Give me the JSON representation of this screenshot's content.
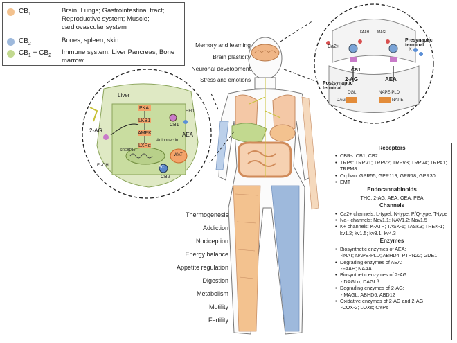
{
  "legend": [
    {
      "key": "CB",
      "sub": "1",
      "desc": "Brain; Lungs; Gastrointestinal tract; Reproductive system; Muscle; cardiovascular system",
      "color": "#f3c28f"
    },
    {
      "key": "CB",
      "sub": "2",
      "desc": "Bones; spleen; skin",
      "color": "#9eb9dc"
    },
    {
      "key": "CB",
      "sub": "1",
      "key_plus": " + CB",
      "sub2": "2",
      "desc": "Immune system; Liver Pancreas; Bone marrow",
      "color": "#c2d98f"
    }
  ],
  "brain_labels": [
    "Memory and learning",
    "Brain plasticity",
    "Neuronal development",
    "Stress and emotions"
  ],
  "function_labels": [
    "Thermogenesis",
    "Addiction",
    "Nociception",
    "Energy balance",
    "Appetite regulation",
    "Digestion",
    "Metabolism",
    "Motility",
    "Fertility"
  ],
  "liver_circle": {
    "title": "Liver",
    "labels": [
      "PKA",
      "LKB1",
      "AMPK",
      "LXRα",
      "SREBP1c",
      "Adiponectin",
      "WAT",
      "2-AG",
      "AEA",
      "CB1",
      "CB2",
      "Et-OH",
      "HFD",
      "EC"
    ]
  },
  "synapse_circle": {
    "labels": [
      "Presynaptic terminal",
      "Postsynaptic terminal",
      "Ca2+",
      "K+",
      "CB1",
      "2-AG",
      "AEA",
      "DGL",
      "NAPE-PLD",
      "DAG",
      "NAPE",
      "FAAH",
      "MAGL"
    ]
  },
  "info": {
    "receptors_title": "Receptors",
    "receptors": [
      "CBRs: CB1; CB2",
      "TRPs: TRPV1; TRPV2; TRPV3; TRPV4; TRPA1; TRPM8",
      "Orphan: GPR55; GPR119; GPR18; GPR30",
      "EMT"
    ],
    "endo_title": "Endocannabinoids",
    "endo": "THC; 2-AG; AEA; OEA; PEA",
    "channels_title": "Channels",
    "channels": [
      "Ca2+ channels: L-typel; N-type; P/Q-type; T-type",
      "Na+ channels: Nav1.1; NAV1.2; Nav1.5",
      "K+ channels: K-ATP; TASK-1; TASK3; TREK-1; kv1.2; kv1.5; kv3.1; kv4.3"
    ],
    "enzymes_title": "Enzymes",
    "enzymes": [
      {
        "title": "Biosynthetic enzymes of AEA:",
        "detail": "-iNAT; NAPE-PLD; ABHD4; PTPN22; GDE1"
      },
      {
        "title": "Degrading enzymes of AEA:",
        "detail": "-FAAH; NAAA"
      },
      {
        "title": "Biosynthetic enzymes of 2-AG:",
        "detail": "- DAGLα; DAGLβ"
      },
      {
        "title": "Degrading enzymes of 2-AG:",
        "detail": "- MAGL; ABHD6; ABD12"
      },
      {
        "title": "Oxidative enzymes of 2-AG and 2-AG",
        "detail": "-COX-2; LOXs; CYPs"
      }
    ]
  },
  "colors": {
    "cb1": "#f3c28f",
    "cb2": "#9eb9dc",
    "both": "#c2d98f",
    "liver_bg": "#dfe9c4",
    "liver_cell": "#c9dda0"
  }
}
